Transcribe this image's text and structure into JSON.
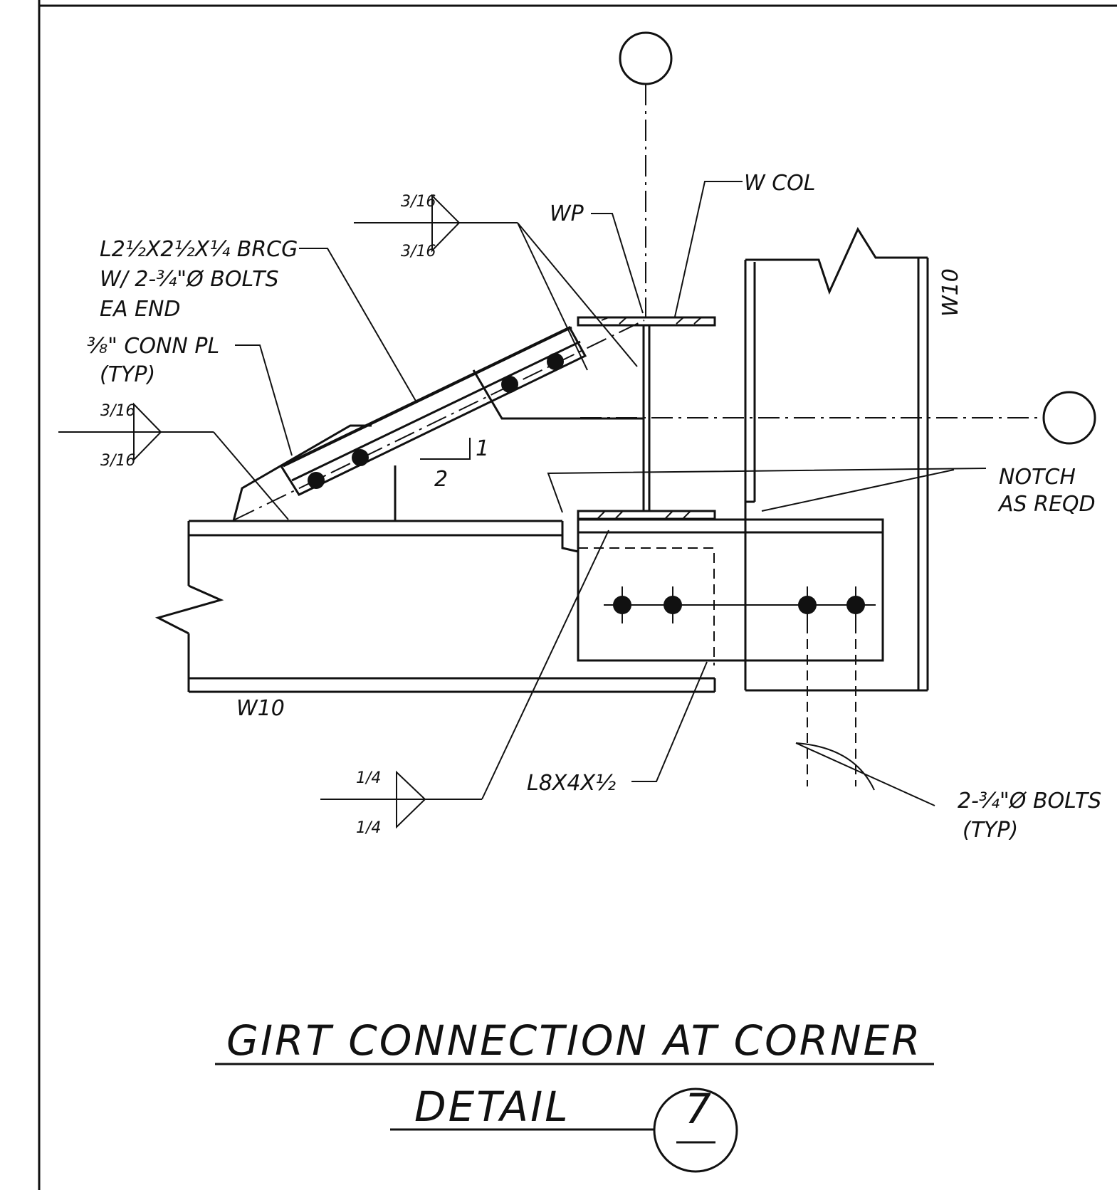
{
  "labels": {
    "w_col": "W COL",
    "wp": "WP",
    "w10_right": "W10",
    "w10_bottom": "W10",
    "brace_line1": "L2½X2½X¼  BRCG",
    "brace_line2": "W/ 2-¾\"Ø BOLTS",
    "brace_line3": "EA END",
    "conn_pl_line1": "⅜\" CONN PL",
    "conn_pl_line2": "(TYP)",
    "notch_line1": "NOTCH",
    "notch_line2": "AS REQD",
    "angle_label": "L8X4X½",
    "bolts_line1": "2-¾\"Ø  BOLTS",
    "bolts_line2": "(TYP)",
    "slope_rise": "1",
    "slope_run": "2"
  },
  "welds": {
    "top_weld_top": "3/16",
    "top_weld_bottom": "3/16",
    "left_weld_top": "3/16",
    "left_weld_bottom": "3/16",
    "bottom_weld_top": "1/4",
    "bottom_weld_bottom": "1/4"
  },
  "title": {
    "main": "GIRT CONNECTION AT CORNER",
    "detail": "DETAIL",
    "detail_number": "7"
  }
}
